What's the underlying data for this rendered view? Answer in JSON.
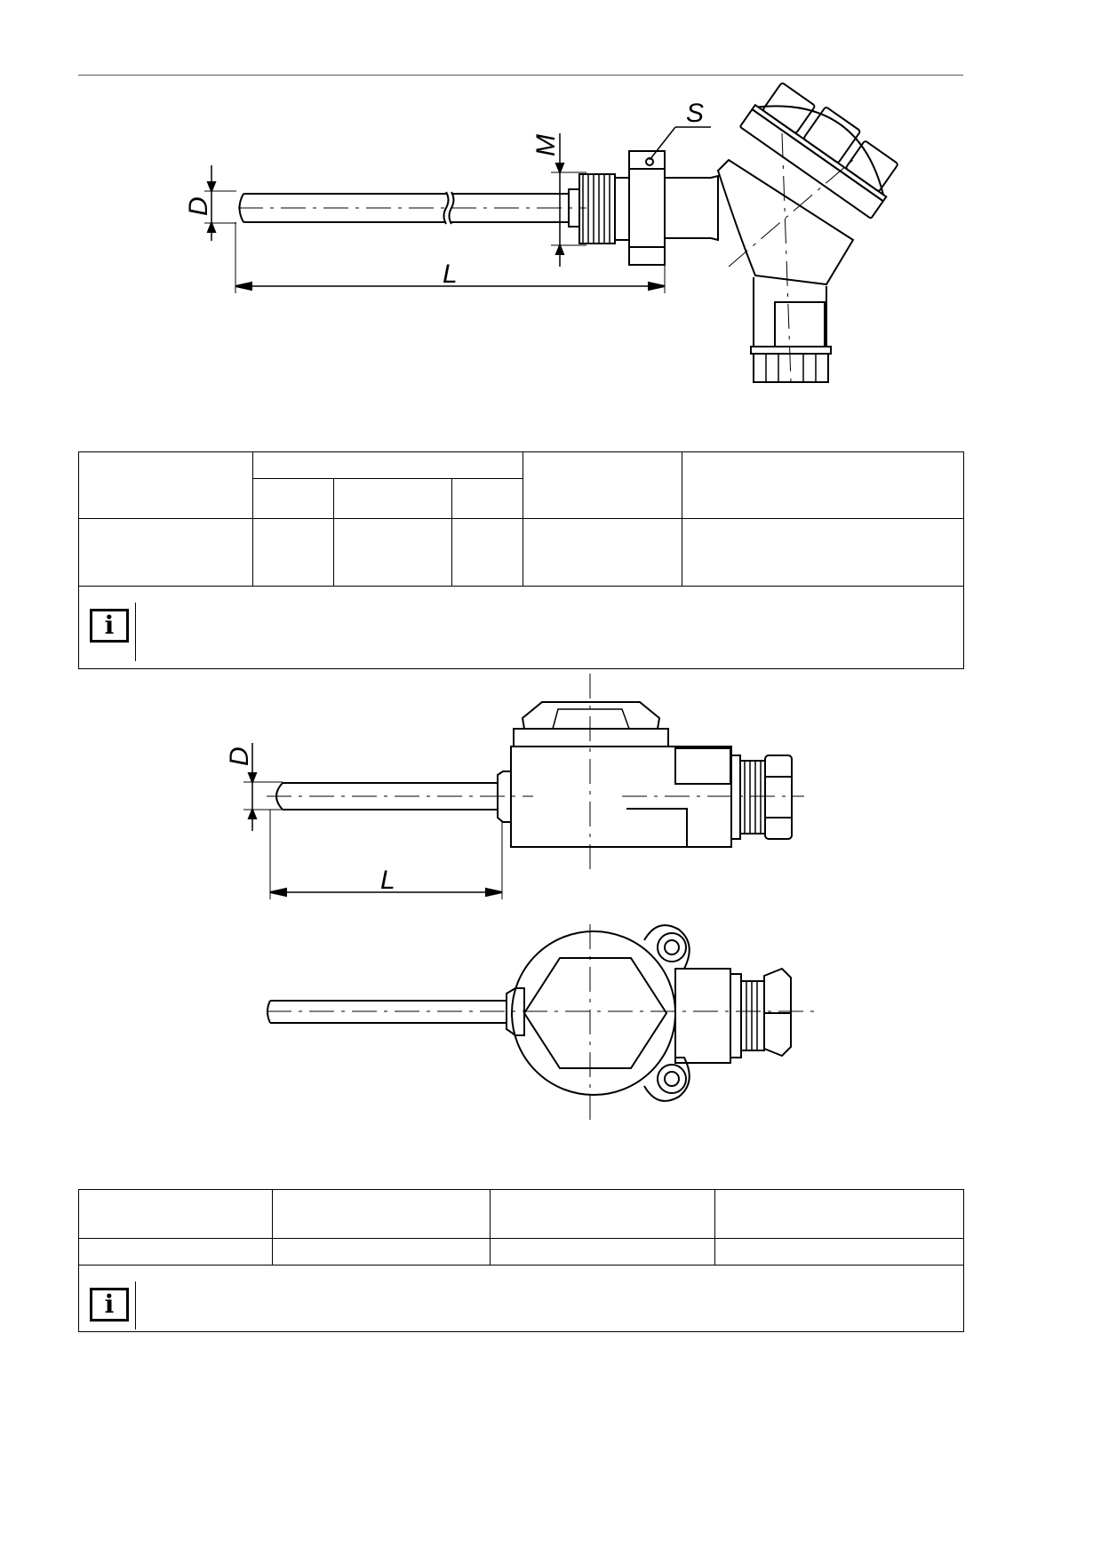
{
  "drawing1": {
    "dim_s": "S",
    "dim_m": "M",
    "dim_d": "D",
    "dim_l": "L"
  },
  "drawing2": {
    "dim_d": "D",
    "dim_l": "L"
  },
  "table1": {
    "rows": 2,
    "info_icon": "info-icon"
  },
  "table2": {
    "rows": 2,
    "info_icon": "info-icon"
  },
  "info_glyph": "i"
}
